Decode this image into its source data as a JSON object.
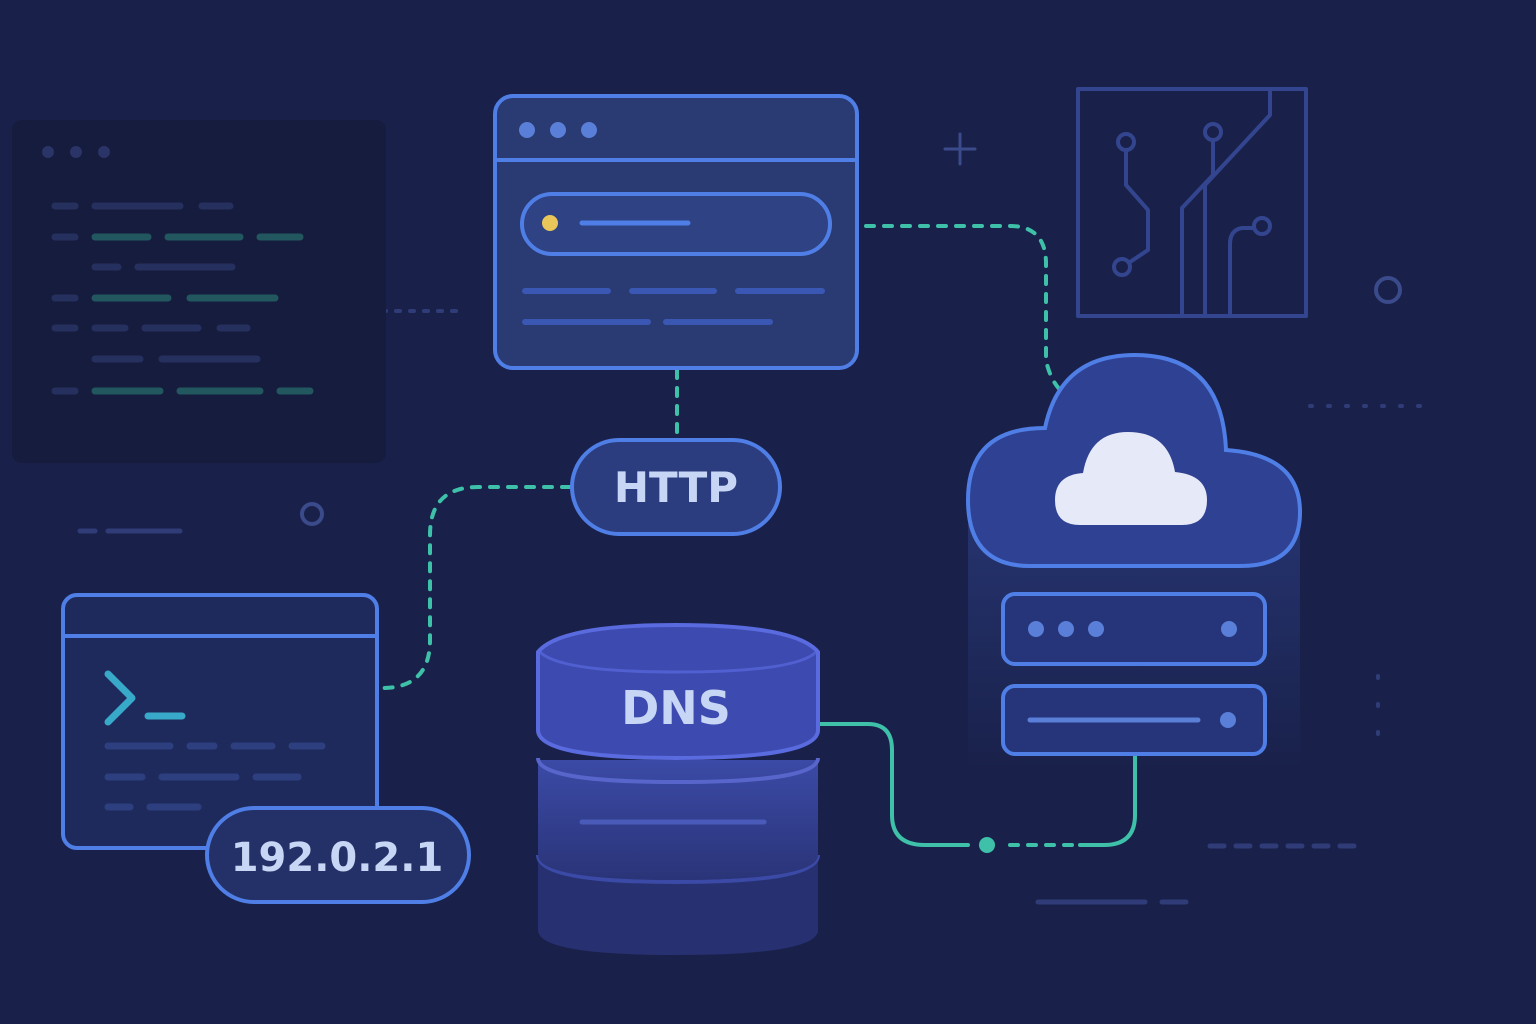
{
  "labels": {
    "http": "HTTP",
    "dns": "DNS",
    "ip_address": "192.0.2.1"
  },
  "colors": {
    "background": "#19214a",
    "panel_fill": "#2a3a72",
    "panel_stroke": "#4f7fe6",
    "connector": "#3ec1a8",
    "label_text": "#c8d6f5",
    "address_dot": "#e8c65a",
    "cloud_white": "#e6e9f8"
  },
  "icons": {
    "prompt": "terminal-prompt-icon",
    "cloud": "cloud-icon",
    "circuit": "circuit-board-icon"
  }
}
